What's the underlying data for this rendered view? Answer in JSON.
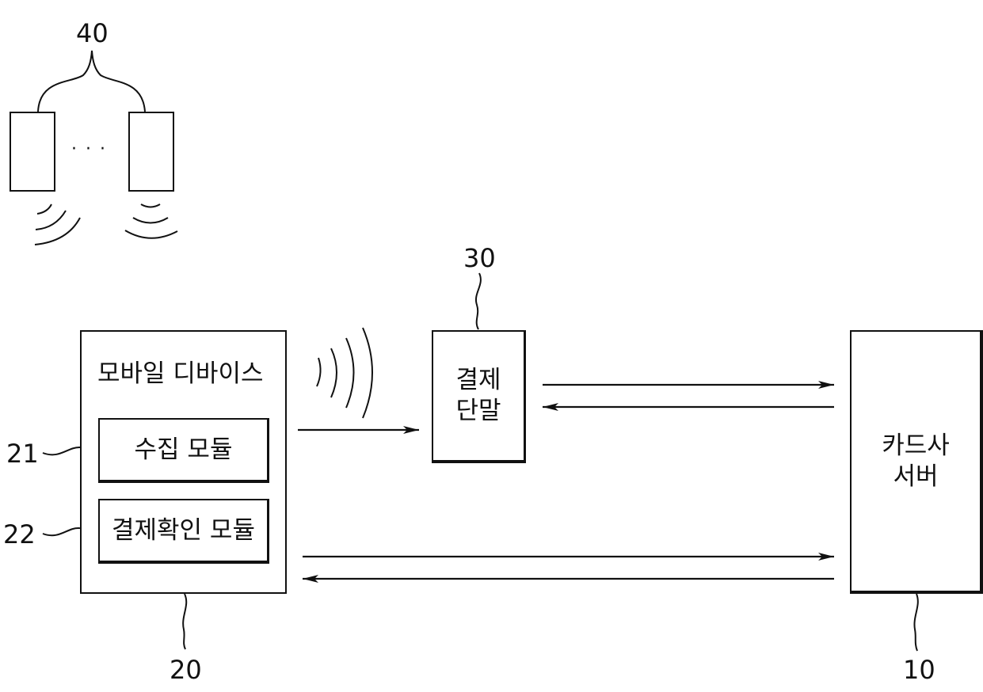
{
  "figure": {
    "refs": {
      "beacons": "40",
      "terminal": "30",
      "mobile": "20",
      "collect_module": "21",
      "confirm_module": "22",
      "server": "10"
    },
    "mobile_device": {
      "title": "모바일 디바이스",
      "modules": [
        {
          "label": "수집 모듈"
        },
        {
          "label": "결제확인 모듈"
        }
      ]
    },
    "payment_terminal": {
      "lines": [
        "결제",
        "단말"
      ]
    },
    "card_server": {
      "lines": [
        "카드사",
        "서버"
      ]
    },
    "beacons": {
      "ellipsis": "· · ·"
    }
  }
}
